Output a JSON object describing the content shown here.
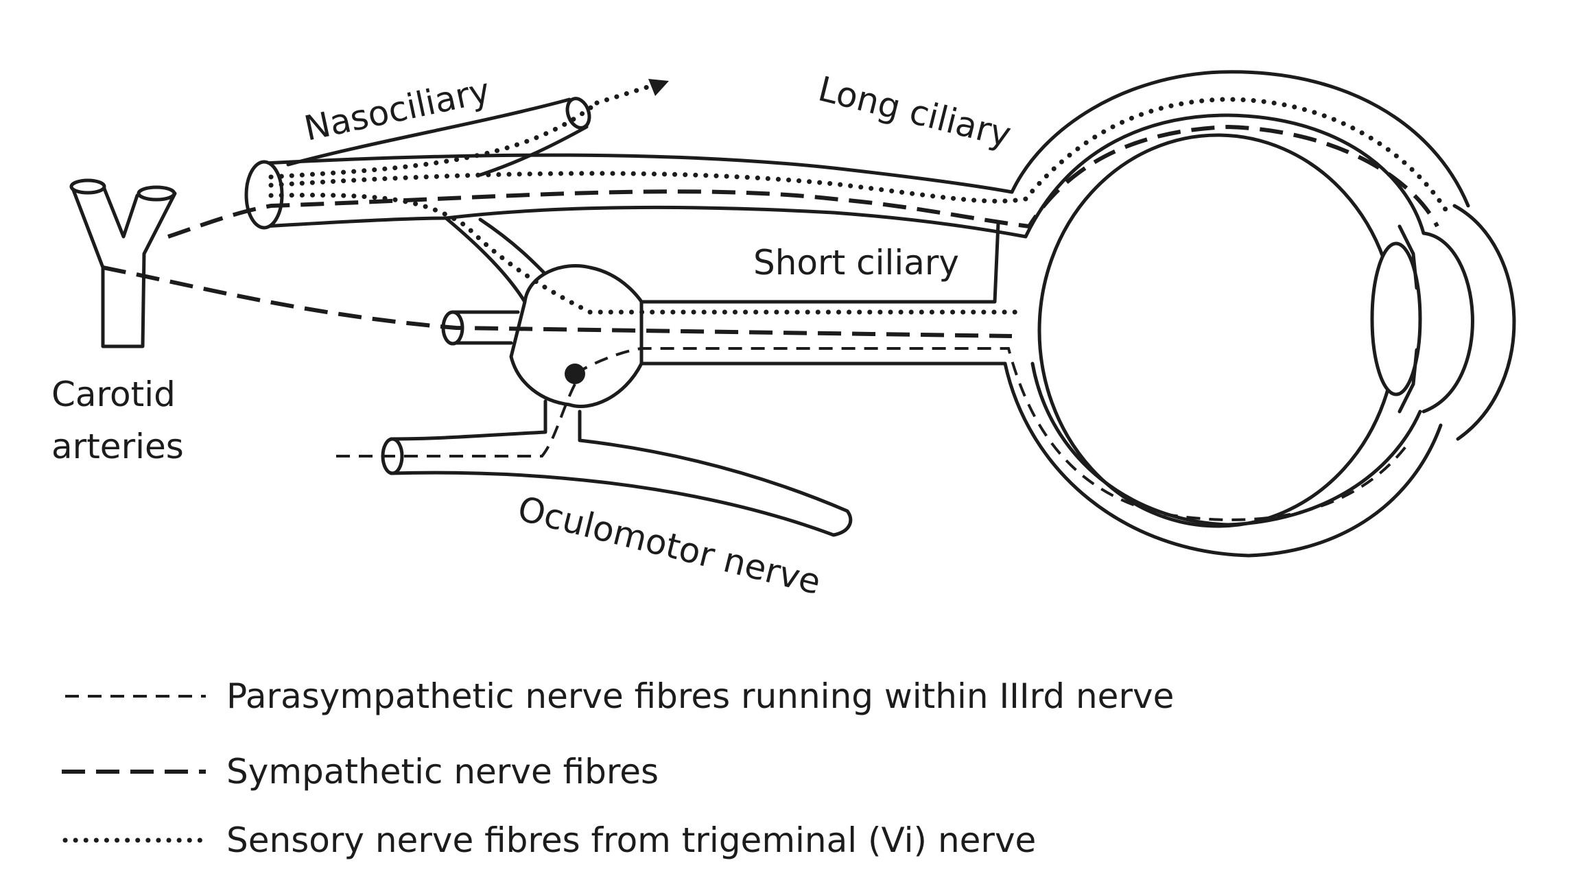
{
  "labels": {
    "nasociliary": "Nasociliary",
    "long_ciliary": "Long ciliary",
    "short_ciliary": "Short ciliary",
    "carotid_line1": "Carotid",
    "carotid_line2": "arteries",
    "oculomotor": "Oculomotor nerve"
  },
  "legend": [
    {
      "style": "short-dash",
      "text": "Parasympathetic nerve fibres running within IIIrd nerve"
    },
    {
      "style": "long-dash",
      "text": "Sympathetic nerve fibres"
    },
    {
      "style": "dotted",
      "text": "Sensory nerve fibres from trigeminal (Vi) nerve"
    }
  ],
  "colors": {
    "ink": "#1c1c1c",
    "background": "#ffffff"
  }
}
